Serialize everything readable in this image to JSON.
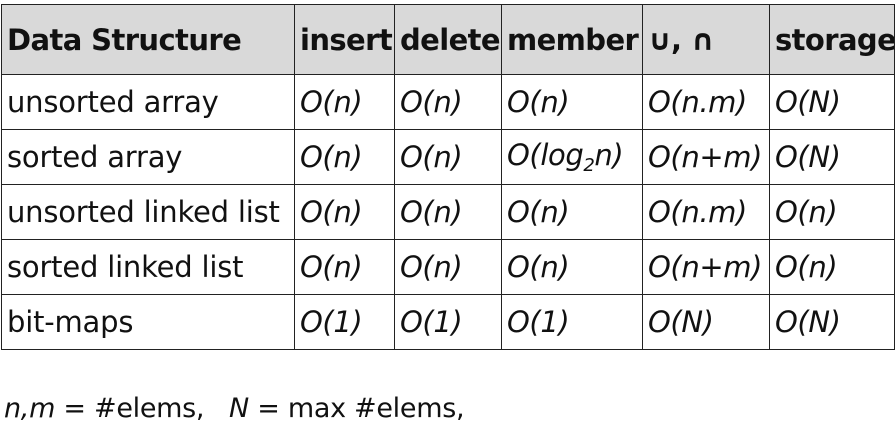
{
  "table": {
    "headers": [
      "Data Structure",
      "insert",
      "delete",
      "member",
      "∪, ∩",
      "storage"
    ],
    "rows": [
      {
        "name": "unsorted array",
        "insert": "O(n)",
        "delete": "O(n)",
        "member": "O(n)",
        "union_intersect": "O(n.m)",
        "storage": "O(N)"
      },
      {
        "name": "sorted array",
        "insert": "O(n)",
        "delete": "O(n)",
        "member_prefix": "O(log",
        "member_sub": "2",
        "member_suffix": "n)",
        "union_intersect": "O(n+m)",
        "storage": "O(N)"
      },
      {
        "name": "unsorted linked list",
        "insert": "O(n)",
        "delete": "O(n)",
        "member": "O(n)",
        "union_intersect": "O(n.m)",
        "storage": "O(n)"
      },
      {
        "name": "sorted linked list",
        "insert": "O(n)",
        "delete": "O(n)",
        "member": "O(n)",
        "union_intersect": "O(n+m)",
        "storage": "O(n)"
      },
      {
        "name": "bit-maps",
        "insert": "O(1)",
        "delete": "O(1)",
        "member": "O(1)",
        "union_intersect": "O(N)",
        "storage": "O(N)"
      }
    ]
  },
  "footnote": {
    "var1": "n,m",
    "def1": " = #elems,   ",
    "var2": "N",
    "def2": " = max #elems,"
  }
}
